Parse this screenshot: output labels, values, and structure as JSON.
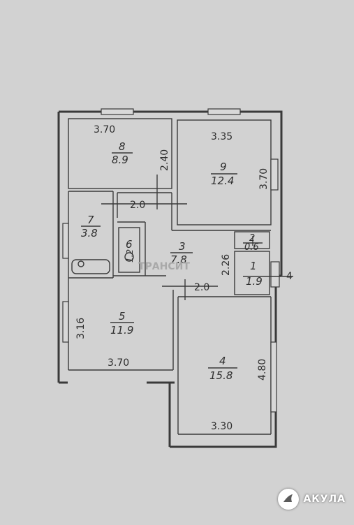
{
  "rooms": [
    {
      "num": "8",
      "area": "8.9",
      "width": "3.70",
      "height": "2.40"
    },
    {
      "num": "9",
      "area": "12.4",
      "width": "3.35",
      "height": "3.70"
    },
    {
      "num": "7",
      "area": "3.8"
    },
    {
      "num": "6",
      "area": "1.2"
    },
    {
      "num": "3",
      "area": "7.8"
    },
    {
      "num": "2",
      "area": "0.6"
    },
    {
      "num": "1",
      "area": "1.9"
    },
    {
      "num": "5",
      "area": "11.9",
      "width": "3.70",
      "height": "3.16"
    },
    {
      "num": "4",
      "area": "15.8",
      "width": "3.30",
      "height": "4.80"
    }
  ],
  "dimensions": {
    "corridor_top": "2.0",
    "corridor_bottom": "2.0",
    "hall_height": "2.26",
    "section_mark": "4"
  },
  "watermark": "ТРАНСИТ",
  "brand": {
    "name": "АКУЛА"
  }
}
